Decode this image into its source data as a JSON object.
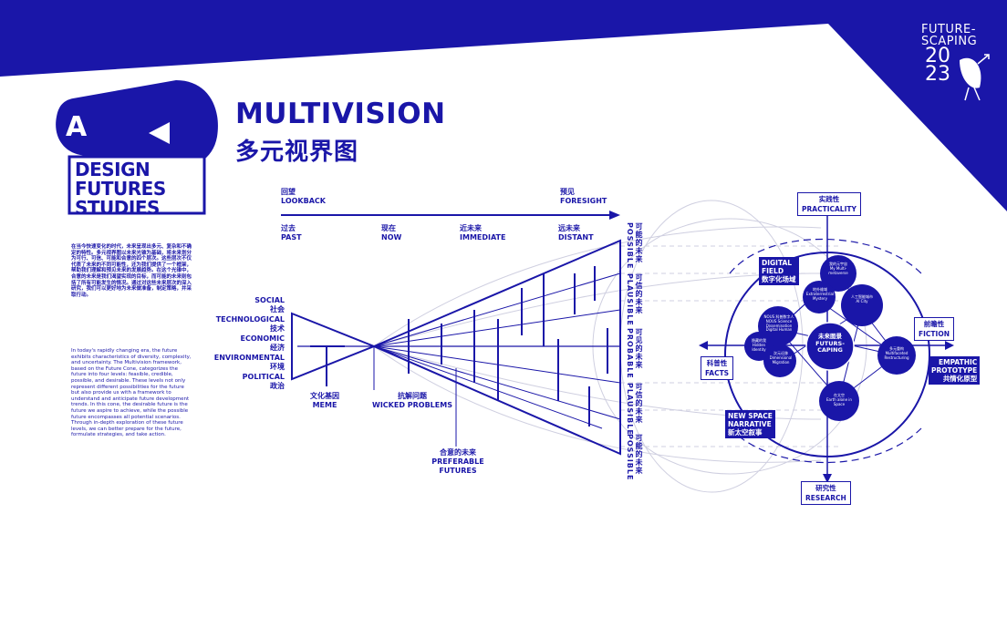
{
  "colors": {
    "primary": "#1a16a8",
    "background": "#ffffff"
  },
  "logo": {
    "line1": "FUTURE-",
    "line2": "SCAPING",
    "year_top": "20",
    "year_bottom": "23"
  },
  "brand": {
    "letter": "A",
    "line1": "DESIGN",
    "line2": "FUTURES",
    "line3": "STUDIES"
  },
  "title": {
    "en": "MULTIVISION",
    "zh": "多元视界图"
  },
  "intro": {
    "zh": "在当今快速变化的时代，未来呈现出多元、复杂和不确定的特性。多元视界图以未来光锥为基础，将未来划分为可行、可信、可能和合意的四个层次。这些层次不仅代表了未来的不同可能性，还为我们提供了一个框架，帮助我们理解和预见未来的发展趋势。在这个光锥中，合意的未来是我们渴望实现的目标，而可能的未来则包括了所有可能发生的情况。通过对这些未来层次的深入研究，我们可以更好地为未来做准备，制定策略，并采取行动。",
    "en": "In today's rapidly changing era, the future exhibits characteristics of diversity, complexity, and uncertainty. The Multivision framework, based on the Future Cone, categorizes the future into four levels: feasible, credible, possible, and desirable. These levels not only represent different possibilities for the future but also provide us with a framework to understand and anticipate future development trends. In this cone, the desirable future is the future we aspire to achieve, while the possible future encompasses all potential scenarios. Through in-depth exploration of these future levels, we can better prepare for the future, formulate strategies, and take action."
  },
  "timeline": {
    "lookback_zh": "回望",
    "lookback_en": "LOOKBACK",
    "foresight_zh": "预见",
    "foresight_en": "FORESIGHT",
    "past_zh": "过去",
    "past_en": "PAST",
    "now_zh": "现在",
    "now_en": "NOW",
    "immediate_zh": "近未来",
    "immediate_en": "IMMEDIATE",
    "distant_zh": "远未来",
    "distant_en": "DISTANT"
  },
  "steep": [
    {
      "en": "SOCIAL",
      "zh": "社会"
    },
    {
      "en": "TECHNOLOGICAL",
      "zh": "技术"
    },
    {
      "en": "ECONOMIC",
      "zh": "经济"
    },
    {
      "en": "ENVIRONMENTAL",
      "zh": "环境"
    },
    {
      "en": "POLITICAL",
      "zh": "政治"
    }
  ],
  "cone_labels": {
    "meme_zh": "文化基因",
    "meme_en": "MEME",
    "wicked_zh": "抗解问题",
    "wicked_en": "WICKED PROBLEMS",
    "preferable_zh": "合意的未来",
    "preferable_en": "PREFERABLE FUTURES"
  },
  "cone_sides": [
    {
      "en": "POSSIBLE",
      "zh": "可能的未来"
    },
    {
      "en": "PLAUSIBLE",
      "zh": "可信的未来"
    },
    {
      "en": "PROBABLE",
      "zh": "可见的未来"
    },
    {
      "en": "PLAUSIBLE",
      "zh": "可信的未来"
    },
    {
      "en": "POSSIBLE",
      "zh": "可能的未来"
    }
  ],
  "diagram": {
    "practicality_zh": "实践性",
    "practicality_en": "PRACTICALITY",
    "research_zh": "研究性",
    "research_en": "RESEARCH",
    "fiction_zh": "前瞻性",
    "fiction_en": "FICTION",
    "facts_zh": "科普性",
    "facts_en": "FACTS",
    "digital_en1": "DIGITAL",
    "digital_en2": "FIELD",
    "digital_zh": "数字化场域",
    "narrative_en1": "NEW SPACE",
    "narrative_en2": "NARRATIVE",
    "narrative_zh": "新太空叙事",
    "empathic_en1": "EMPATHIC",
    "empathic_en2": "PROTOTYPE",
    "empathic_zh": "共情化原型",
    "center_zh": "未来图景",
    "center_en1": "FUTURS-",
    "center_en2": "CAPING",
    "nodes": [
      {
        "zh": "我的元宇宙",
        "en": "My Multi-metaverse"
      },
      {
        "zh": "地外维域",
        "en": "Extraterrestrial Mystery"
      },
      {
        "zh": "人工智能城市",
        "en": "AI City"
      },
      {
        "zh": "NOUS 科普数字人",
        "en": "NOUS Science Dissemination Digital Human"
      },
      {
        "zh": "隐藏的我",
        "en": "Hidden Identity"
      },
      {
        "zh": "次元迁移",
        "en": "Dimensional Migration"
      },
      {
        "zh": "多元重构",
        "en": "Multifaceted Restructuring"
      },
      {
        "zh": "在太空",
        "en": "Earth alone in Space"
      }
    ]
  }
}
